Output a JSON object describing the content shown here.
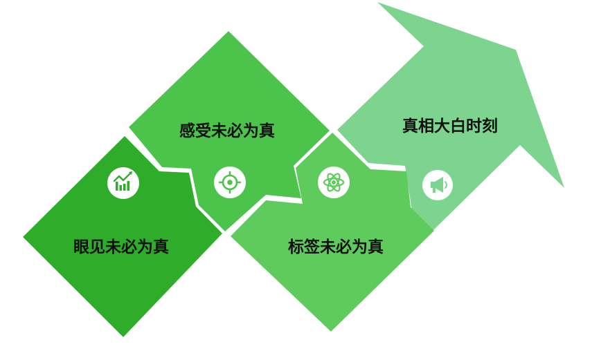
{
  "steps": [
    {
      "label": "眼见未必为真",
      "icon": "trend-chart-icon",
      "color": "#2eac2a"
    },
    {
      "label": "感受未必为真",
      "icon": "target-icon",
      "color": "#4cc34a"
    },
    {
      "label": "标签未必为真",
      "icon": "atom-icon",
      "color": "#60cb5d"
    },
    {
      "label": "真相大白时刻",
      "icon": "megaphone-icon",
      "color": "#7dd48f"
    }
  ]
}
